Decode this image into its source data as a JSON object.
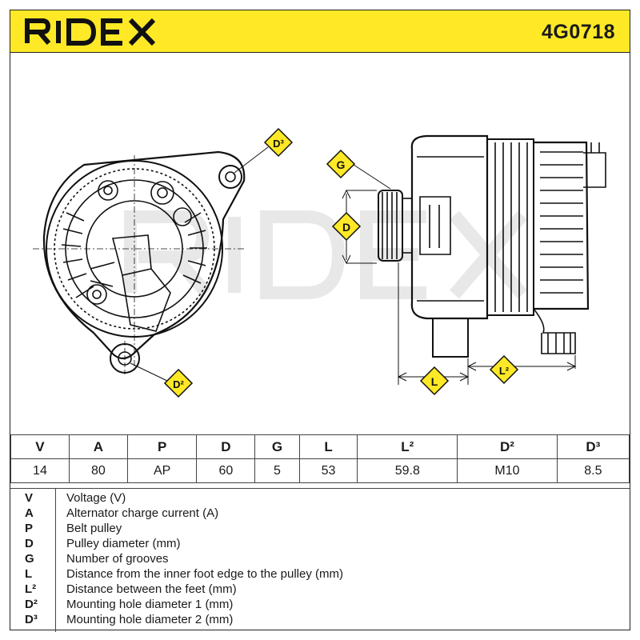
{
  "header": {
    "brand": "RIDEX",
    "part_number": "4G0718",
    "accent_color": "#ffe926"
  },
  "drawing": {
    "watermark": "RIDEX",
    "callouts": {
      "d3": "D³",
      "d2": "D²",
      "g": "G",
      "d": "D",
      "l": "L",
      "l2": "L²"
    }
  },
  "spec_table": {
    "headers": [
      "V",
      "A",
      "P",
      "D",
      "G",
      "L",
      "L²",
      "D²",
      "D³"
    ],
    "values": [
      "14",
      "80",
      "AP",
      "60",
      "5",
      "53",
      "59.8",
      "M10",
      "8.5"
    ]
  },
  "legend": [
    {
      "symbol": "V",
      "description": "Voltage (V)"
    },
    {
      "symbol": "A",
      "description": "Alternator charge current (A)"
    },
    {
      "symbol": "P",
      "description": "Belt pulley"
    },
    {
      "symbol": "D",
      "description": "Pulley diameter (mm)"
    },
    {
      "symbol": "G",
      "description": "Number of grooves"
    },
    {
      "symbol": "L",
      "description": "Distance from the inner foot edge to the pulley (mm)"
    },
    {
      "symbol": "L²",
      "description": "Distance between the feet (mm)"
    },
    {
      "symbol": "D²",
      "description": "Mounting hole diameter 1 (mm)"
    },
    {
      "symbol": "D³",
      "description": "Mounting hole diameter 2 (mm)"
    }
  ]
}
